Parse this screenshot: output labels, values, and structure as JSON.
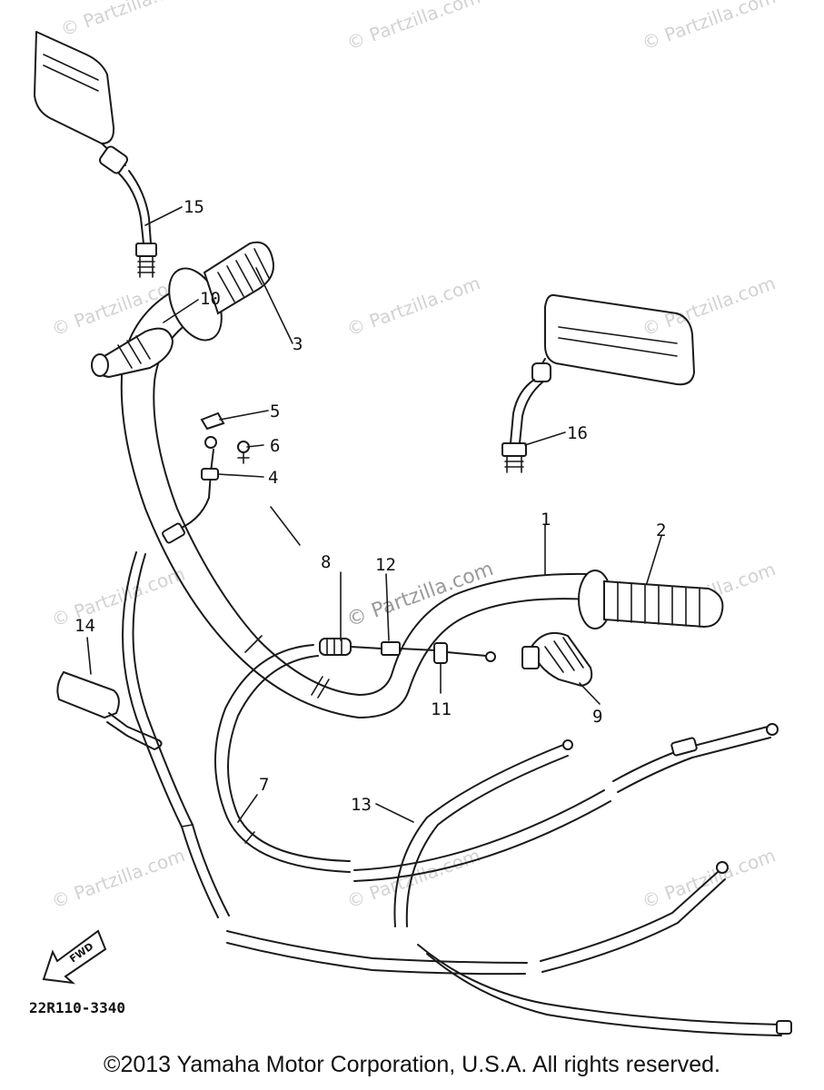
{
  "diagram": {
    "watermark": "© Partzilla.com",
    "drawing_code": "22R110-3340",
    "fwd_label": "FWD",
    "callouts": [
      "1",
      "2",
      "3",
      "4",
      "5",
      "6",
      "7",
      "8",
      "9",
      "10",
      "11",
      "12",
      "13",
      "14",
      "15",
      "16"
    ]
  },
  "footer": {
    "copyright": "©2013  Yamaha Motor Corporation, U.S.A. All rights reserved."
  }
}
